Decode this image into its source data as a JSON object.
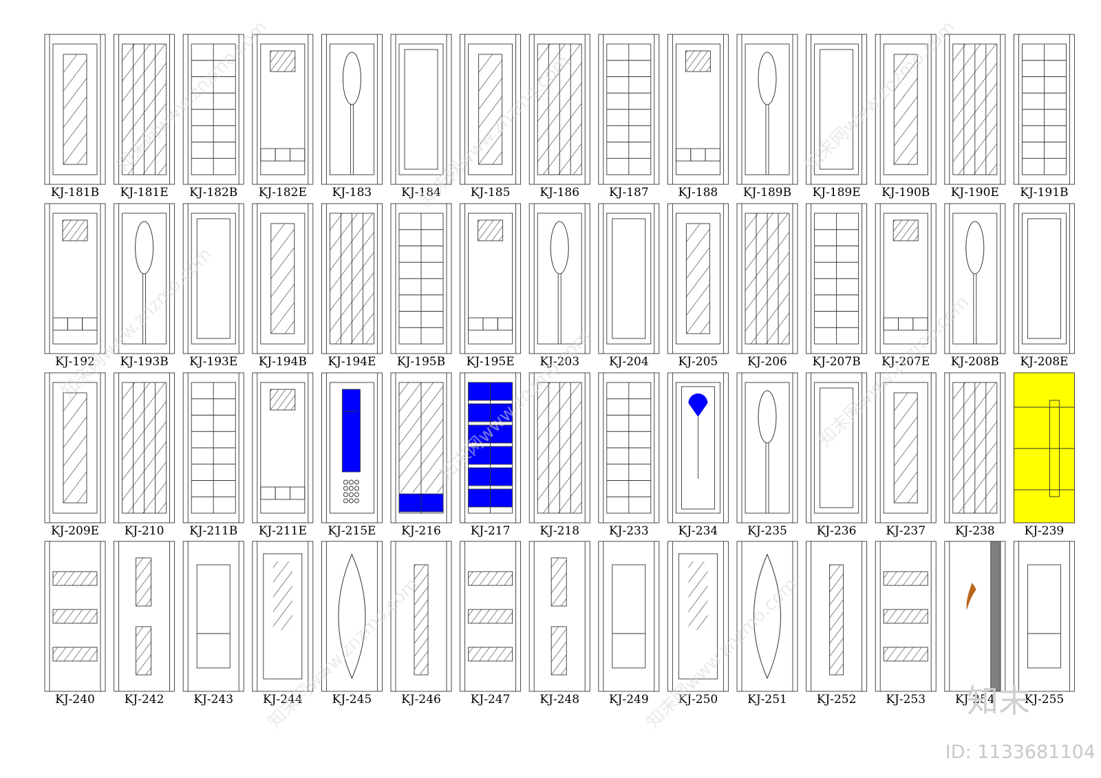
{
  "rows": [
    [
      "KJ-181B",
      "KJ-181E",
      "KJ-182B",
      "KJ-182E",
      "KJ-183",
      "KJ-184",
      "KJ-185",
      "KJ-186",
      "KJ-187",
      "KJ-188",
      "KJ-189B",
      "KJ-189E",
      "KJ-190B",
      "KJ-190E",
      "KJ-191B"
    ],
    [
      "KJ-192",
      "KJ-193B",
      "KJ-193E",
      "KJ-194B",
      "KJ-194E",
      "KJ-195B",
      "KJ-195E",
      "KJ-203",
      "KJ-204",
      "KJ-205",
      "KJ-206",
      "KJ-207B",
      "KJ-207E",
      "KJ-208B",
      "KJ-208E"
    ],
    [
      "KJ-209E",
      "KJ-210",
      "KJ-211B",
      "KJ-211E",
      "KJ-215E",
      "KJ-216",
      "KJ-217",
      "KJ-218",
      "KJ-233",
      "KJ-234",
      "KJ-235",
      "KJ-236",
      "KJ-237",
      "KJ-238",
      "KJ-239"
    ],
    [
      "KJ-240",
      "KJ-242",
      "KJ-243",
      "KJ-244",
      "KJ-245",
      "KJ-246",
      "KJ-247",
      "KJ-248",
      "KJ-249",
      "KJ-250",
      "KJ-251",
      "KJ-252",
      "KJ-253",
      "KJ-254",
      "KJ-255"
    ]
  ],
  "watermark": {
    "site": "www.znzmo.com",
    "brand": "知末网",
    "logo": "知末",
    "image_id": "ID: 1133681104"
  },
  "colors": {
    "line": "#333333",
    "glass_blue": "#0000ff",
    "panel_yellow": "#ffff00",
    "accent_brown": "#b8651b",
    "strip_gray": "#808080"
  }
}
